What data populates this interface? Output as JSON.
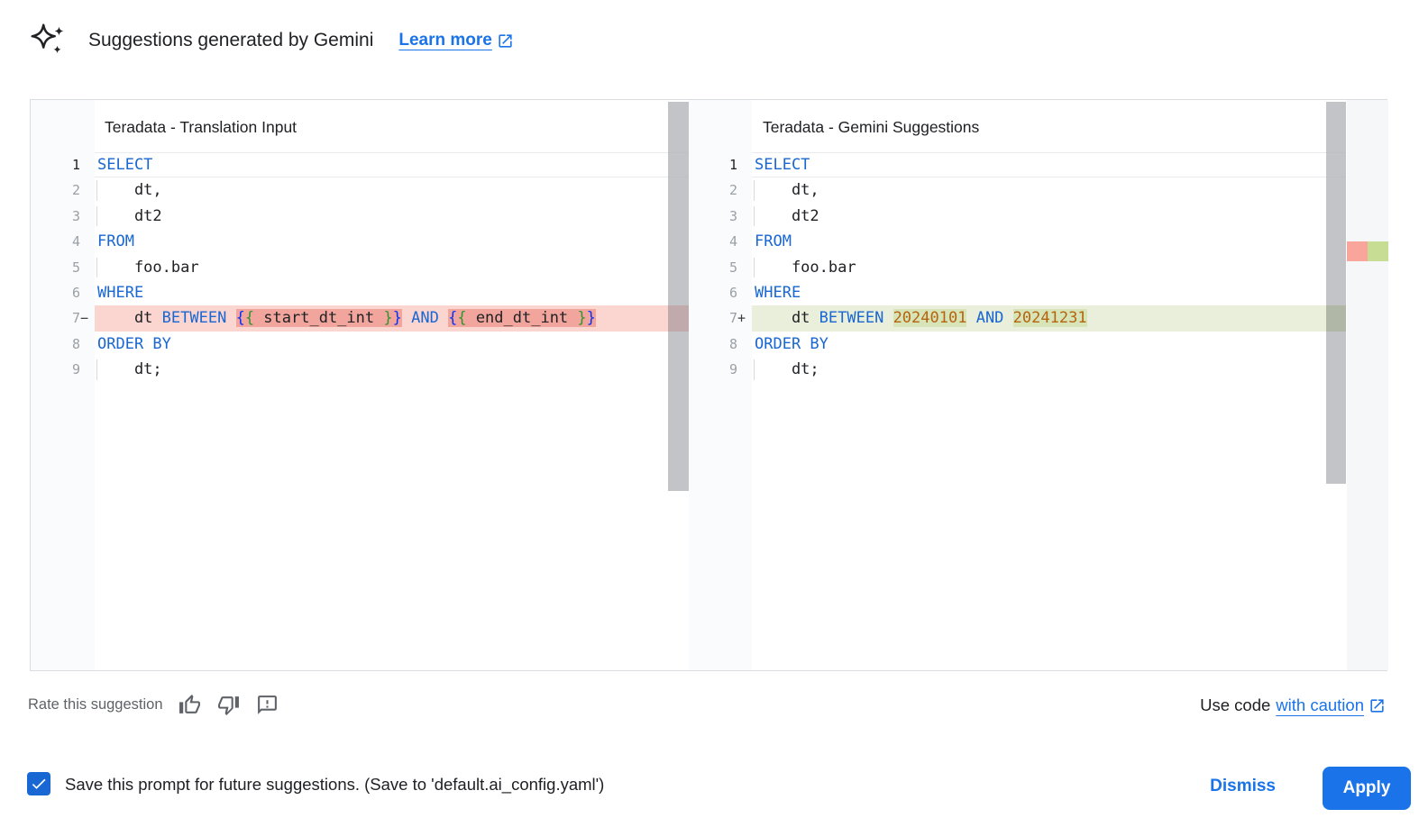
{
  "header": {
    "icon": "gemini-sparkle-icon",
    "title": "Suggestions generated by Gemini",
    "learn_more_label": "Learn more"
  },
  "panels": [
    {
      "title": "Teradata - Translation Input",
      "side": "original",
      "lines": [
        {
          "num": "1",
          "sign": "",
          "row": "active",
          "segs": [
            {
              "t": "SELECT",
              "c": "kw"
            }
          ]
        },
        {
          "num": "2",
          "sign": "",
          "guide": true,
          "segs": [
            {
              "t": "    dt,",
              "c": "pl"
            }
          ]
        },
        {
          "num": "3",
          "sign": "",
          "guide": true,
          "segs": [
            {
              "t": "    dt2",
              "c": "pl"
            }
          ]
        },
        {
          "num": "4",
          "sign": "",
          "segs": [
            {
              "t": "FROM",
              "c": "kw"
            }
          ]
        },
        {
          "num": "5",
          "sign": "",
          "guide": true,
          "segs": [
            {
              "t": "    foo.bar",
              "c": "pl"
            }
          ]
        },
        {
          "num": "6",
          "sign": "",
          "segs": [
            {
              "t": "WHERE",
              "c": "kw"
            }
          ]
        },
        {
          "num": "7",
          "sign": "−",
          "row": "del",
          "segs": [
            {
              "t": "    dt ",
              "c": "pl"
            },
            {
              "t": "BETWEEN",
              "c": "kw"
            },
            {
              "t": " ",
              "c": "pl"
            },
            {
              "t": "{",
              "c": "b1",
              "h": true
            },
            {
              "t": "{",
              "c": "b2",
              "h": true
            },
            {
              "t": " start_dt_int ",
              "c": "pl",
              "h": true
            },
            {
              "t": "}",
              "c": "b2",
              "h": true
            },
            {
              "t": "}",
              "c": "b1",
              "h": true
            },
            {
              "t": " ",
              "c": "pl"
            },
            {
              "t": "AND",
              "c": "kw"
            },
            {
              "t": " ",
              "c": "pl"
            },
            {
              "t": "{",
              "c": "b1",
              "h": true
            },
            {
              "t": "{",
              "c": "b2",
              "h": true
            },
            {
              "t": " end_dt_int ",
              "c": "pl",
              "h": true
            },
            {
              "t": "}",
              "c": "b2",
              "h": true
            },
            {
              "t": "}",
              "c": "b1",
              "h": true
            }
          ]
        },
        {
          "num": "8",
          "sign": "",
          "segs": [
            {
              "t": "ORDER BY",
              "c": "kw"
            }
          ]
        },
        {
          "num": "9",
          "sign": "",
          "guide": true,
          "segs": [
            {
              "t": "    dt;",
              "c": "pl"
            }
          ]
        }
      ],
      "scrollbar_mark": "del"
    },
    {
      "title": "Teradata - Gemini Suggestions",
      "side": "modified",
      "lines": [
        {
          "num": "1",
          "sign": "",
          "row": "active",
          "segs": [
            {
              "t": "SELECT",
              "c": "kw"
            }
          ]
        },
        {
          "num": "2",
          "sign": "",
          "guide": true,
          "segs": [
            {
              "t": "    dt,",
              "c": "pl"
            }
          ]
        },
        {
          "num": "3",
          "sign": "",
          "guide": true,
          "segs": [
            {
              "t": "    dt2",
              "c": "pl"
            }
          ]
        },
        {
          "num": "4",
          "sign": "",
          "segs": [
            {
              "t": "FROM",
              "c": "kw"
            }
          ]
        },
        {
          "num": "5",
          "sign": "",
          "guide": true,
          "segs": [
            {
              "t": "    foo.bar",
              "c": "pl"
            }
          ]
        },
        {
          "num": "6",
          "sign": "",
          "segs": [
            {
              "t": "WHERE",
              "c": "kw"
            }
          ]
        },
        {
          "num": "7",
          "sign": "+",
          "row": "add",
          "segs": [
            {
              "t": "    dt ",
              "c": "pl"
            },
            {
              "t": "BETWEEN",
              "c": "kw"
            },
            {
              "t": " ",
              "c": "pl"
            },
            {
              "t": "20240101",
              "c": "nu",
              "h": true
            },
            {
              "t": " ",
              "c": "pl"
            },
            {
              "t": "AND",
              "c": "kw"
            },
            {
              "t": " ",
              "c": "pl"
            },
            {
              "t": "20241231",
              "c": "nu",
              "h": true
            }
          ]
        },
        {
          "num": "8",
          "sign": "",
          "segs": [
            {
              "t": "ORDER BY",
              "c": "kw"
            }
          ]
        },
        {
          "num": "9",
          "sign": "",
          "guide": true,
          "segs": [
            {
              "t": "    dt;",
              "c": "pl"
            }
          ]
        }
      ],
      "scrollbar_mark": "add",
      "overview_ruler": {
        "marks": [
          "removed",
          "added"
        ]
      }
    }
  ],
  "rate": {
    "label": "Rate this suggestion",
    "icons": [
      "thumbs-up",
      "thumbs-down",
      "feedback"
    ]
  },
  "use_code": {
    "prefix": "Use code",
    "link_label": "with caution"
  },
  "save_bar": {
    "checkbox_checked": true,
    "label": "Save this prompt for future suggestions. (Save to 'default.ai_config.yaml')",
    "dismiss_label": "Dismiss",
    "apply_label": "Apply"
  },
  "colors": {
    "accent_blue": "#1a73e8",
    "keyword_blue": "#1967d2",
    "number_literal": "#b5640f",
    "bracket_outer": "#0431fa",
    "bracket_inner": "#319331",
    "removed_line_bg": "#fbd5d0",
    "removed_inline_bg": "#f2a59c",
    "added_line_bg": "#e9efdb",
    "added_inline_bg": "#d7e4b8",
    "ruler_removed": "#f9a59b",
    "ruler_added": "#c8dd94",
    "apply_button_bg": "#1a73e8",
    "checkbox_bg": "#1967d2"
  }
}
